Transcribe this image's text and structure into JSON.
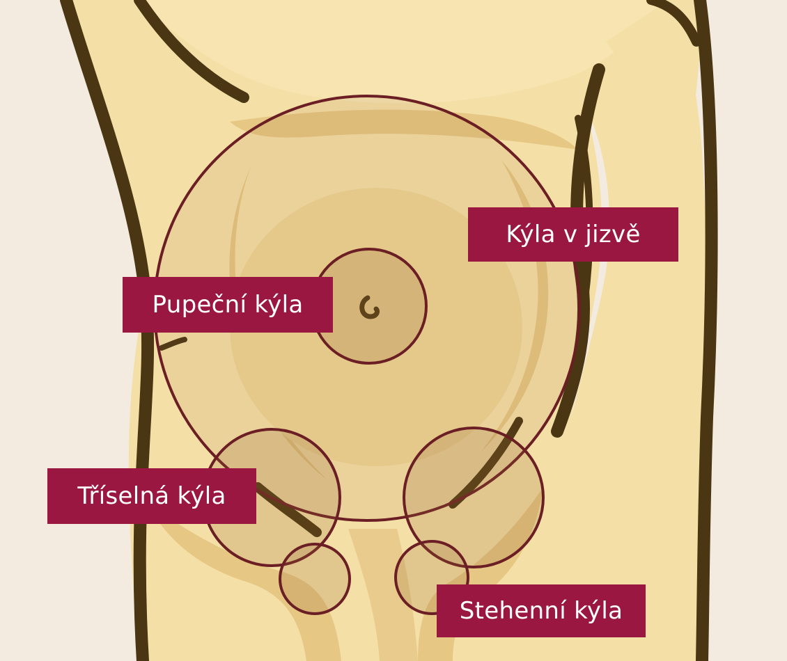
{
  "colors": {
    "background": "#f3ebe0",
    "skin": "#f4dfa6",
    "skin_shadow": "#e6c783",
    "outline": "#4a3612",
    "circle_stroke": "#6b1f24",
    "circle_fill": "rgba(150,100,50,0.22)",
    "label_background": "#9a1742",
    "label_text": "#ffffff"
  },
  "labels": {
    "incisional": "Kýla v jizvě",
    "umbilical": "Pupeční kýla",
    "inguinal": "Tříselná kýla",
    "femoral": "Stehenní kýla"
  }
}
